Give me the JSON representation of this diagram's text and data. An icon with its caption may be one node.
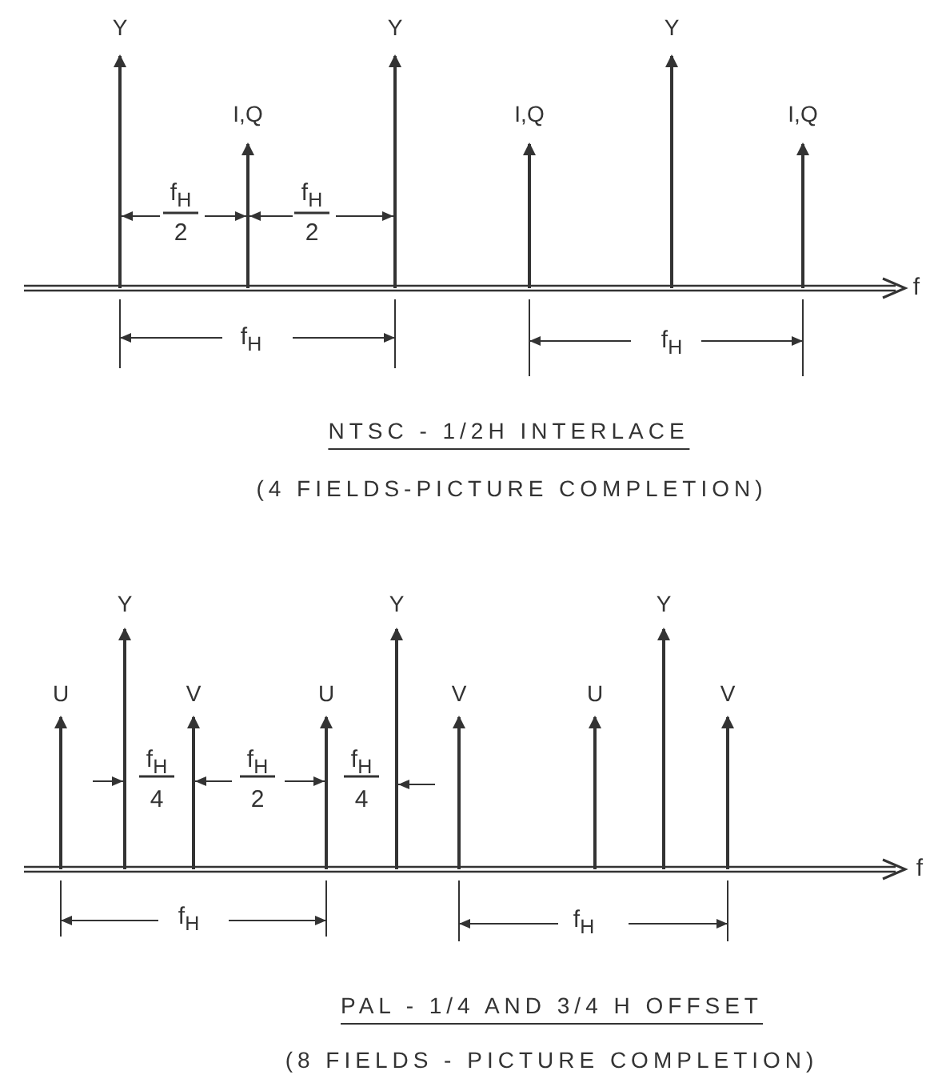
{
  "diagram": {
    "labels": [
      "Y",
      "Y",
      "Y",
      "I,Q",
      "I,Q",
      "I,Q",
      "f$_{H}$",
      "2",
      "f$_{H}$",
      "2",
      "f",
      "f$_{H}$",
      "f$_{H}$",
      "NTSC - 1/2H INTERLACE",
      "(4 FIELDS-PICTURE COMPLETION)",
      "Y",
      "Y",
      "Y",
      "U",
      "V",
      "U",
      "V",
      "U",
      "V",
      "f$_{H}$",
      "4",
      "f$_{H}$",
      "2",
      "f$_{H}$",
      "4",
      "f",
      "f$_{H}$",
      "f$_{H}$",
      "PAL - 1/4 AND 3/4 H OFFSET",
      "(8 FIELDS - PICTURE COMPLETION)"
    ]
  }
}
